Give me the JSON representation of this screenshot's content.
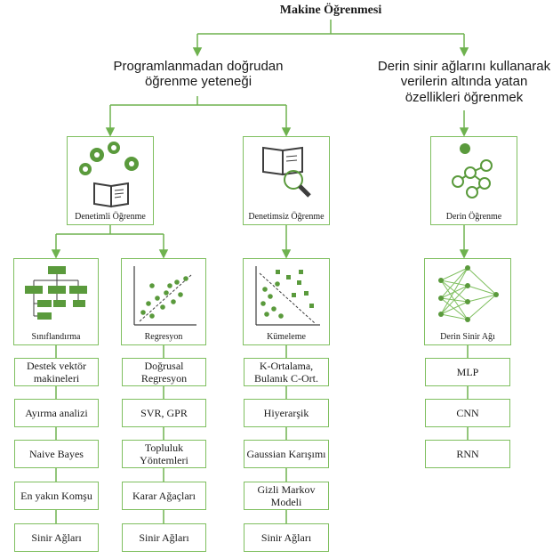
{
  "title": "Makine Öğrenmesi",
  "branches": {
    "left": "Programlanmadan doğrudan öğrenme yeteneği",
    "right": "Derin sinir ağlarını kullanarak verilerin altında yatan özellikleri öğrenmek"
  },
  "categories": {
    "supervised": "Denetimli Öğrenme",
    "unsupervised": "Denetimsiz Öğrenme",
    "deep": "Derin Öğrenme"
  },
  "subcategories": {
    "classification": "Sınıflandırma",
    "regression": "Regresyon",
    "clustering": "Kümeleme",
    "dnn": "Derin Sinir Ağı"
  },
  "lists": {
    "classification": [
      "Destek vektör makineleri",
      "Ayırma analizi",
      "Naive Bayes",
      "En yakın Komşu",
      "Sinir Ağları"
    ],
    "regression": [
      "Doğrusal Regresyon",
      "SVR, GPR",
      "Topluluk Yöntemleri",
      "Karar Ağaçları",
      "Sinir Ağları"
    ],
    "clustering": [
      "K-Ortalama, Bulanık C-Ort.",
      "Hiyerarşik",
      "Gaussian Karışımı",
      "Gizli Markov Modeli",
      "Sinir Ağları"
    ],
    "deep": [
      "MLP",
      "CNN",
      "RNN"
    ]
  },
  "colors": {
    "green": "#7fbf5f",
    "dark_green": "#5a9a3c",
    "icon_dark": "#3d3d3d"
  }
}
